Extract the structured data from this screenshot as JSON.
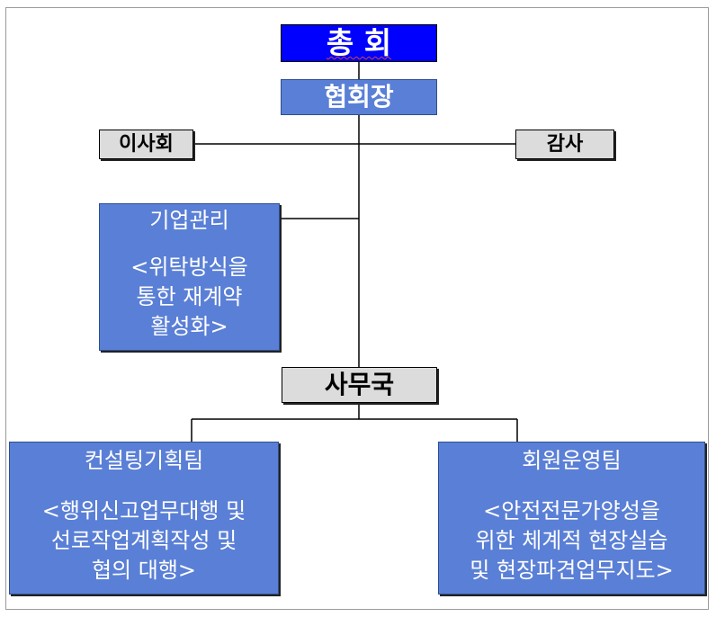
{
  "org": {
    "general_assembly": "총 회",
    "chairman": "협회장",
    "board": "이사회",
    "auditor": "감사",
    "enterprise": {
      "title": "기업관리",
      "lines": [
        "<위탁방식을",
        "통한 재계약",
        "활성화>"
      ]
    },
    "secretariat": "사무국",
    "consulting": {
      "title": "컨설팅기획팀",
      "lines": [
        "<행위신고업무대행 및",
        "선로작업계획작성 및",
        "협의 대행>"
      ]
    },
    "member_ops": {
      "title": "회원운영팀",
      "lines": [
        "<안전전문가양성을",
        "위한 체계적 현장실습",
        "및 현장파견업무지도>"
      ]
    }
  },
  "colors": {
    "dark_blue": "#0000ff",
    "mid_blue": "#5a7fd6",
    "gray": "#dcdcdc"
  }
}
